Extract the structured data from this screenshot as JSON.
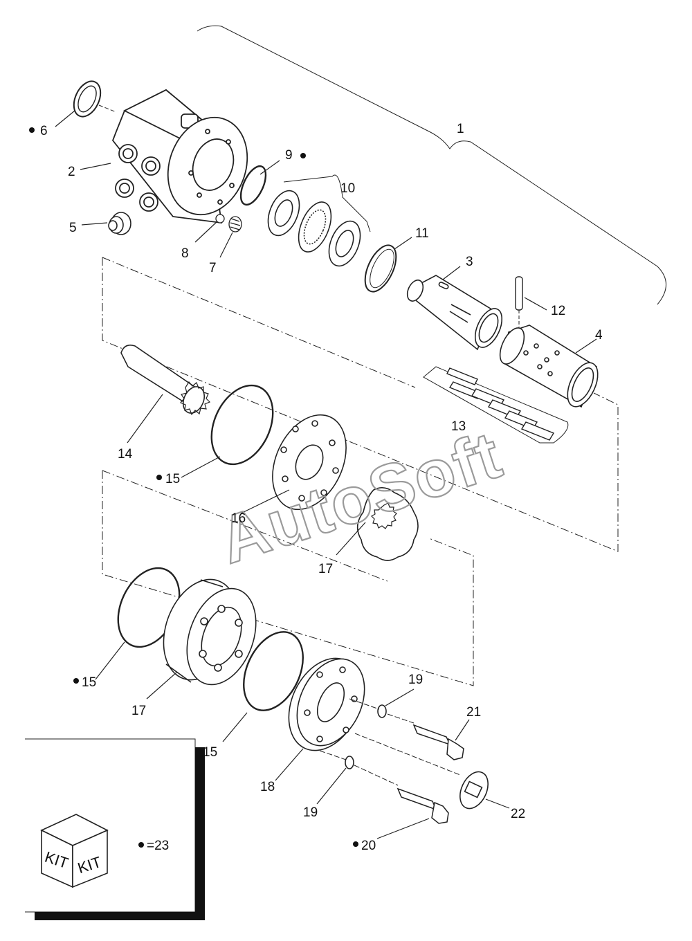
{
  "callouts": {
    "c1": "1",
    "c2": "2",
    "c3": "3",
    "c4": "4",
    "c5": "5",
    "c6": "6",
    "c7": "7",
    "c8": "8",
    "c9": "9",
    "c10": "10",
    "c11": "11",
    "c12": "12",
    "c13": "13",
    "c14": "14",
    "c15a": "15",
    "c15b": "15",
    "c15c": "15",
    "c16": "16",
    "c17a": "17",
    "c17b": "17",
    "c18": "18",
    "c19a": "19",
    "c19b": "19",
    "c20": "20",
    "c21": "21",
    "c22": "22"
  },
  "kit_marked_items": [
    "6",
    "9",
    "15",
    "15",
    "20"
  ],
  "watermark": "AutoSoft",
  "legend": {
    "cube_face_left": "KIT",
    "cube_face_right": "KIT",
    "bullet_equals": "=23"
  },
  "icons": [
    "kit-cube-icon",
    "bullet-dot-icon"
  ],
  "colors": {
    "line": "#222222",
    "watermark": "#9a9a9a",
    "background": "#ffffff"
  }
}
